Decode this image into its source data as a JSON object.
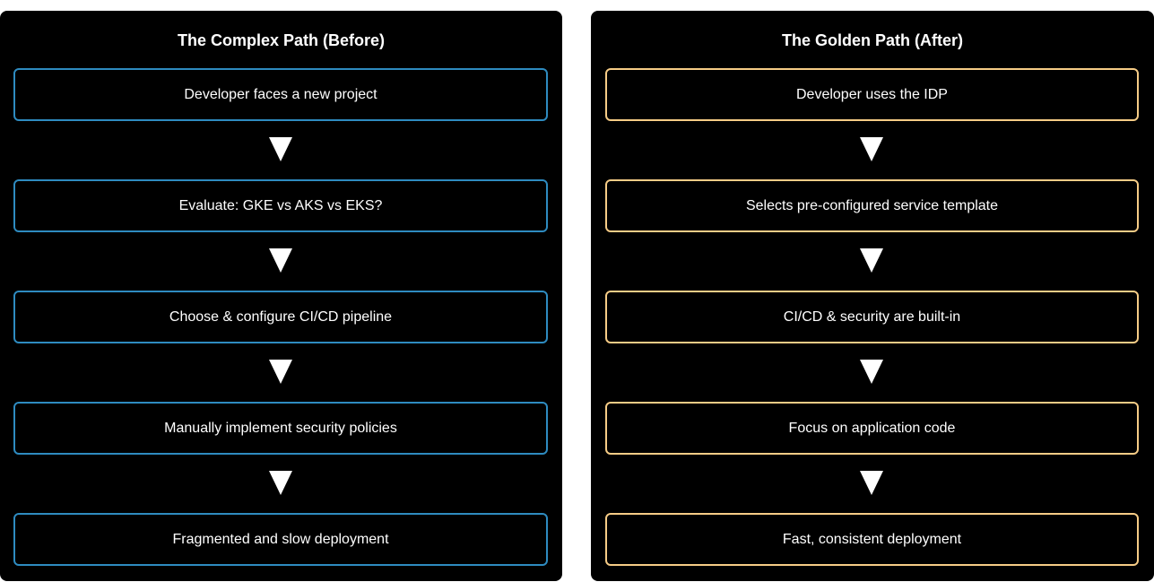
{
  "before": {
    "title": "The Complex Path (Before)",
    "accent": "#2e8bc0",
    "steps": [
      "Developer faces a new project",
      "Evaluate: GKE vs AKS vs EKS?",
      "Choose & configure CI/CD pipeline",
      "Manually implement security policies",
      "Fragmented and slow deployment"
    ]
  },
  "after": {
    "title": "The Golden Path (After)",
    "accent": "#f6cc86",
    "steps": [
      "Developer uses the IDP",
      "Selects pre-configured service template",
      "CI/CD & security are built-in",
      "Focus on application code",
      "Fast, consistent deployment"
    ]
  },
  "connector_icon": "down-arrow-icon"
}
